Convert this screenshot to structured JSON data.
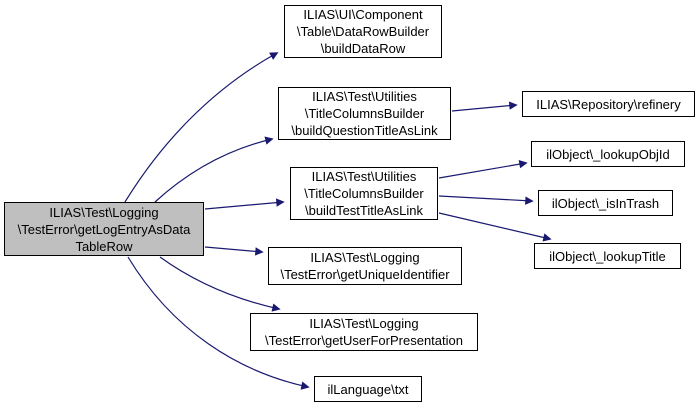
{
  "diagram": {
    "type": "call-graph",
    "background_color": "#ffffff",
    "edge_color": "#191970",
    "node_border_color": "#000000",
    "node_fill_color": "#ffffff",
    "highlighted_node_fill_color": "#bfbfbf"
  },
  "nodes": {
    "root": {
      "label": "ILIAS\\Test\\Logging\\TestError\\getLogEntryAsDataTableRow",
      "highlighted": true,
      "lines": [
        "ILIAS\\Test\\Logging",
        "\\TestError\\getLogEntryAsData",
        "TableRow"
      ]
    },
    "build_data_row": {
      "label": "ILIAS\\UI\\Component\\Table\\DataRowBuilder\\buildDataRow",
      "lines": [
        "ILIAS\\UI\\Component",
        "\\Table\\DataRowBuilder",
        "\\buildDataRow"
      ]
    },
    "build_question_title": {
      "label": "ILIAS\\Test\\Utilities\\TitleColumnsBuilder\\buildQuestionTitleAsLink",
      "lines": [
        "ILIAS\\Test\\Utilities",
        "\\TitleColumnsBuilder",
        "\\buildQuestionTitleAsLink"
      ]
    },
    "build_test_title": {
      "label": "ILIAS\\Test\\Utilities\\TitleColumnsBuilder\\buildTestTitleAsLink",
      "lines": [
        "ILIAS\\Test\\Utilities",
        "\\TitleColumnsBuilder",
        "\\buildTestTitleAsLink"
      ]
    },
    "get_unique_identifier": {
      "label": "ILIAS\\Test\\Logging\\TestError\\getUniqueIdentifier",
      "lines": [
        "ILIAS\\Test\\Logging",
        "\\TestError\\getUniqueIdentifier"
      ]
    },
    "get_user_for_presentation": {
      "label": "ILIAS\\Test\\Logging\\TestError\\getUserForPresentation",
      "lines": [
        "ILIAS\\Test\\Logging",
        "\\TestError\\getUserForPresentation"
      ]
    },
    "il_language_txt": {
      "label": "ilLanguage\\txt",
      "lines": [
        "ilLanguage\\txt"
      ]
    },
    "refinery": {
      "label": "ILIAS\\Repository\\refinery",
      "lines": [
        "ILIAS\\Repository\\refinery"
      ]
    },
    "lookup_obj_id": {
      "label": "ilObject\\_lookupObjId",
      "lines": [
        "ilObject\\_lookupObjId"
      ]
    },
    "is_in_trash": {
      "label": "ilObject\\_isInTrash",
      "lines": [
        "ilObject\\_isInTrash"
      ]
    },
    "lookup_title": {
      "label": "ilObject\\_lookupTitle",
      "lines": [
        "ilObject\\_lookupTitle"
      ]
    }
  },
  "edges": [
    {
      "from": "root",
      "to": "build_data_row"
    },
    {
      "from": "root",
      "to": "build_question_title"
    },
    {
      "from": "root",
      "to": "build_test_title"
    },
    {
      "from": "root",
      "to": "get_unique_identifier"
    },
    {
      "from": "root",
      "to": "get_user_for_presentation"
    },
    {
      "from": "root",
      "to": "il_language_txt"
    },
    {
      "from": "build_question_title",
      "to": "refinery"
    },
    {
      "from": "build_test_title",
      "to": "lookup_obj_id"
    },
    {
      "from": "build_test_title",
      "to": "is_in_trash"
    },
    {
      "from": "build_test_title",
      "to": "lookup_title"
    }
  ]
}
